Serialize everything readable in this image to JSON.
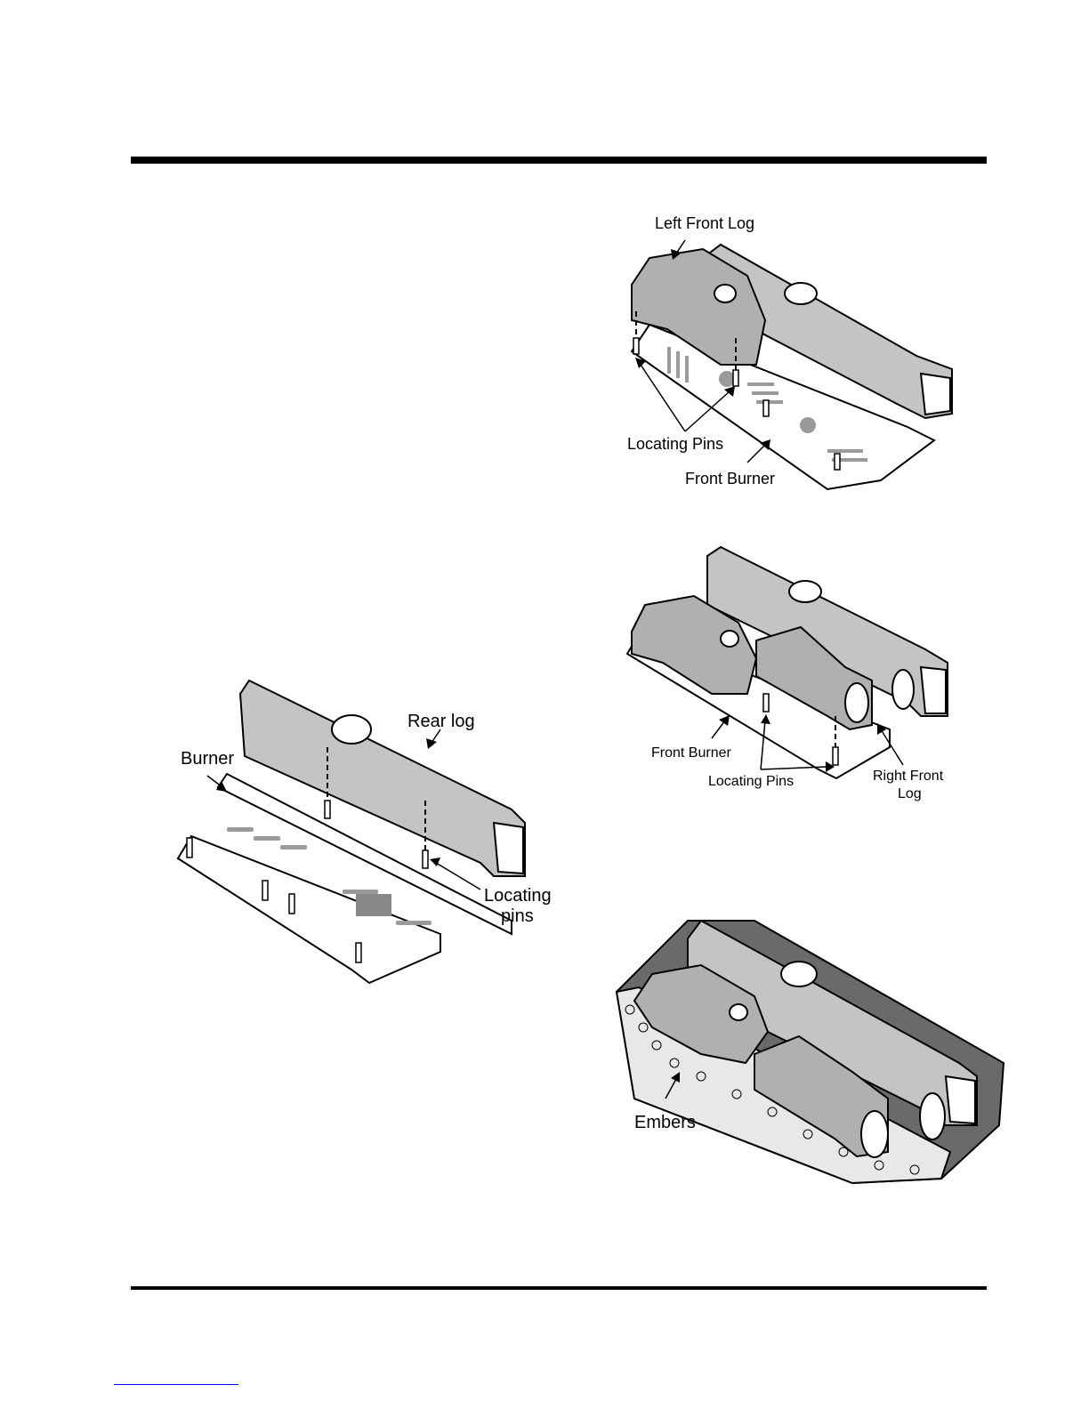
{
  "figures": {
    "fig1": {
      "labels": {
        "left_front_log": "Left Front Log",
        "locating_pins": "Locating Pins",
        "front_burner": "Front Burner"
      }
    },
    "fig2": {
      "labels": {
        "rear_log": "Rear log",
        "burner": "Burner",
        "locating_pins_line1": "Locating",
        "locating_pins_line2": "pins"
      }
    },
    "fig3": {
      "labels": {
        "front_burner": "Front Burner",
        "locating_pins": "Locating Pins",
        "right_front_log_line1": "Right Front",
        "right_front_log_line2": "Log"
      }
    },
    "fig4": {
      "labels": {
        "embers": "Embers"
      }
    }
  },
  "colors": {
    "ink": "#000000",
    "log_fill": "#b8b8b8",
    "log_mottle": "#8a8a8a",
    "burner_fill": "#ffffff",
    "link_blue": "#0000ff"
  }
}
